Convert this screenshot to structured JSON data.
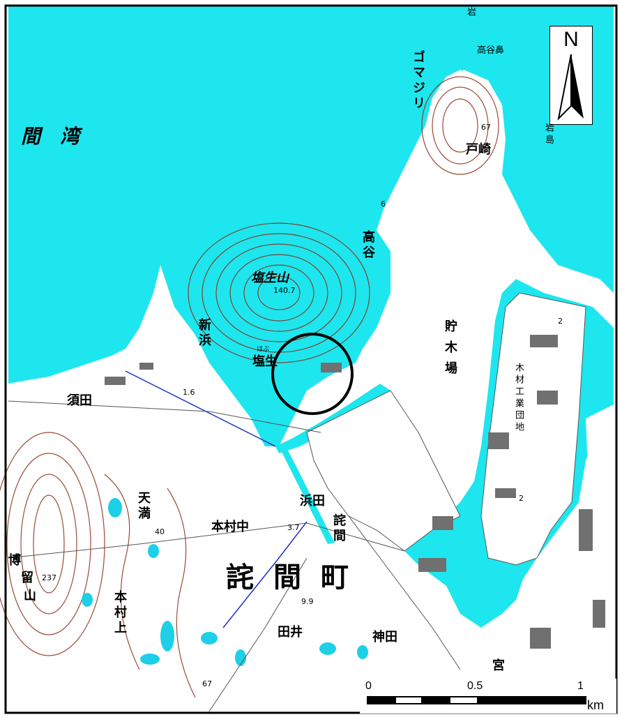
{
  "labels": {
    "sea_bay": "間　湾",
    "gomajiri": "ゴマジリ",
    "takayabana": "高谷鼻",
    "iwajima": "岩島",
    "tozaki": "戸崎",
    "takaya": "高谷",
    "shiouyama": "塩生山",
    "shinhama": "新浜",
    "shiou": "塩生",
    "shiou_ruby": "はぶ",
    "chogiba": "貯木場",
    "mokuzai": "木材工業団地",
    "suda": "須田",
    "hamada": "浜田",
    "honmura_naka": "本村中",
    "tenteki": "天満",
    "takuma_small": "詫間",
    "takuma_cho": "詫間町",
    "hakatayama_a": "博",
    "hakatayama_b": "留",
    "hakatayama_c": "山",
    "honmura_kami": "本村上",
    "tai": "田井",
    "kanda": "神田",
    "miya": "宮",
    "top_islet": "岩"
  },
  "elevations": {
    "summit": "140.7",
    "tozaki_pt": "67",
    "shinhama_pt": "1.6",
    "tenteki_pt": "40",
    "honmura_pt": "3.7",
    "takuma_pt": "9.9",
    "hakata_pt": "237",
    "south_pt": "67",
    "mokuzai_pt": "2",
    "mokuzai_pt2": "2",
    "takaya_pt": "6"
  },
  "north": {
    "label": "N"
  },
  "scale": {
    "ticks": [
      "0",
      "0.5",
      "1"
    ],
    "unit": "km"
  },
  "colors": {
    "sea": "#1ee6ee",
    "land": "#ffffff",
    "contour": "#8a2a12",
    "water": "#1ecfe8",
    "buildings": "#707070"
  }
}
